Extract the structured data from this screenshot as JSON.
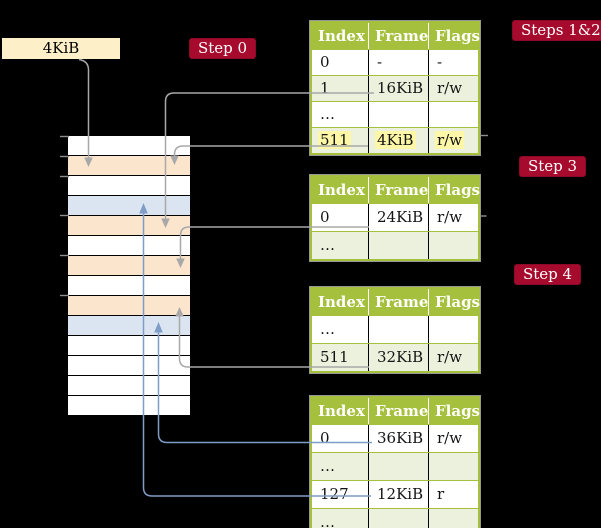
{
  "colors": {
    "table_header_bg": "#a5c03c",
    "table_row_alt_bg": "#ebf1dd",
    "table_row_bg": "#ffffff",
    "highlight_yellow": "#fdf7a7",
    "badge_bg": "#a60a2c",
    "cr3_box_bg": "#fdf0c9",
    "frame_page_table": "#fce5cd",
    "frame_mapped": "#dbe5f1",
    "arrow_gray": "#a8a8a8",
    "arrow_blue": "#7f9dc6"
  },
  "cr3_box": {
    "label": "4KiB"
  },
  "badges": {
    "step0": "Step 0",
    "steps12": "Steps 1&2",
    "step3": "Step 3",
    "step4": "Step 4"
  },
  "memory": {
    "rows": [
      {
        "color": "#ffffff"
      },
      {
        "color": "#fce5cd"
      },
      {
        "color": "#ffffff"
      },
      {
        "color": "#dbe5f1"
      },
      {
        "color": "#fce5cd"
      },
      {
        "color": "#ffffff"
      },
      {
        "color": "#fce5cd"
      },
      {
        "color": "#ffffff"
      },
      {
        "color": "#fce5cd"
      },
      {
        "color": "#dbe5f1"
      },
      {
        "color": "#ffffff"
      },
      {
        "color": "#ffffff"
      },
      {
        "color": "#ffffff"
      },
      {
        "color": "#ffffff"
      }
    ]
  },
  "tables": [
    {
      "headers": [
        "Index",
        "Frame",
        "Flags"
      ],
      "rows": [
        {
          "cells": [
            "0",
            "-",
            "-"
          ]
        },
        {
          "cells": [
            "1",
            "16KiB",
            "r/w"
          ]
        },
        {
          "cells": [
            "…",
            "",
            ""
          ]
        },
        {
          "cells": [
            "511",
            "4KiB",
            "r/w"
          ],
          "hl": "#fdf7a7"
        }
      ]
    },
    {
      "headers": [
        "Index",
        "Frame",
        "Flags"
      ],
      "rows": [
        {
          "cells": [
            "0",
            "24KiB",
            "r/w"
          ]
        },
        {
          "cells": [
            "…",
            "",
            ""
          ]
        }
      ]
    },
    {
      "headers": [
        "Index",
        "Frame",
        "Flags"
      ],
      "rows": [
        {
          "cells": [
            "…",
            "",
            ""
          ]
        },
        {
          "cells": [
            "511",
            "32KiB",
            "r/w"
          ]
        }
      ]
    },
    {
      "headers": [
        "Index",
        "Frame",
        "Flags"
      ],
      "rows": [
        {
          "cells": [
            "0",
            "36KiB",
            "r/w"
          ]
        },
        {
          "cells": [
            "…",
            "",
            ""
          ]
        },
        {
          "cells": [
            "127",
            "12KiB",
            "r"
          ]
        },
        {
          "cells": [
            "…",
            "",
            ""
          ]
        }
      ]
    }
  ]
}
